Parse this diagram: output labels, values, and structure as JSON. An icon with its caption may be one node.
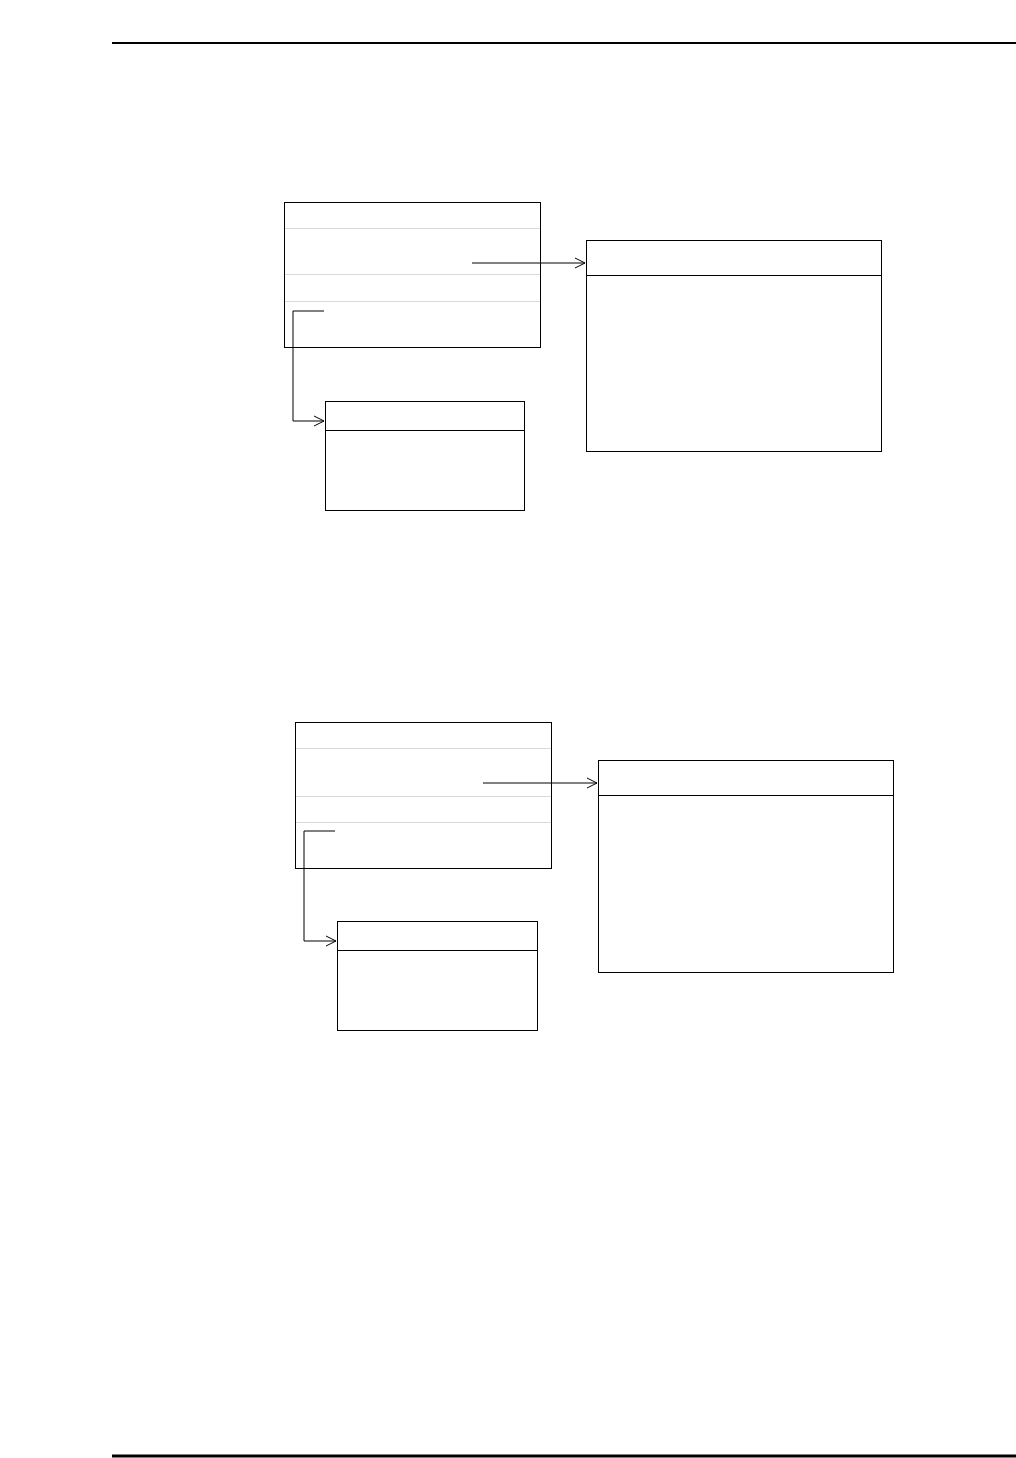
{
  "diagram": {
    "nodes": [
      {
        "text": [],
        "shape": "box"
      },
      {
        "text": [],
        "shape": "box"
      },
      {
        "text": [],
        "shape": "box"
      },
      {
        "text": [],
        "shape": "box"
      },
      {
        "text": [],
        "shape": "box"
      },
      {
        "text": [],
        "shape": "box"
      }
    ],
    "edges": [
      {
        "from": 0,
        "to": 1,
        "arrow": "to"
      },
      {
        "from": 0,
        "to": 2,
        "arrow": "to"
      },
      {
        "from": 3,
        "to": 4,
        "arrow": "to"
      },
      {
        "from": 3,
        "to": 5,
        "arrow": "to"
      }
    ]
  }
}
